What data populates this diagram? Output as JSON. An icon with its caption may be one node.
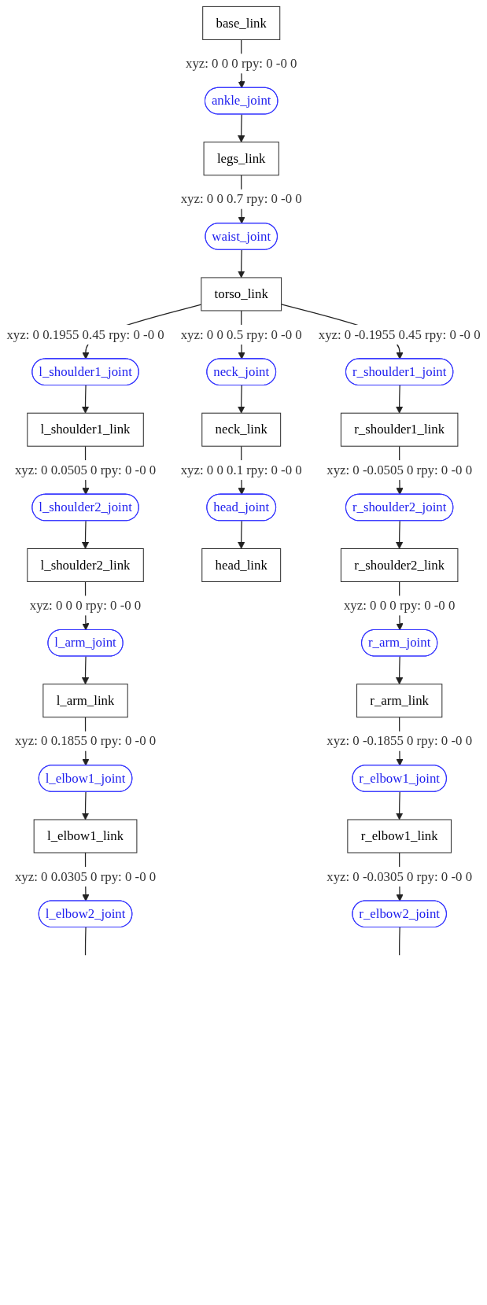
{
  "diagram": {
    "nodes": [
      {
        "text": [
          "base_link"
        ]
      },
      {
        "text": [
          "ankle_joint"
        ]
      },
      {
        "text": [
          "legs_link"
        ]
      },
      {
        "text": [
          "waist_joint"
        ]
      },
      {
        "text": [
          "torso_link"
        ]
      },
      {
        "text": [
          "l_shoulder1_joint"
        ]
      },
      {
        "text": [
          "neck_joint"
        ]
      },
      {
        "text": [
          "r_shoulder1_joint"
        ]
      },
      {
        "text": [
          "l_shoulder1_link"
        ]
      },
      {
        "text": [
          "neck_link"
        ]
      },
      {
        "text": [
          "r_shoulder1_link"
        ]
      },
      {
        "text": [
          "l_shoulder2_joint"
        ]
      },
      {
        "text": [
          "head_joint"
        ]
      },
      {
        "text": [
          "r_shoulder2_joint"
        ]
      },
      {
        "text": [
          "l_shoulder2_link"
        ]
      },
      {
        "text": [
          "head_link"
        ]
      },
      {
        "text": [
          "r_shoulder2_link"
        ]
      },
      {
        "text": [
          "l_arm_joint"
        ]
      },
      {
        "text": [
          "r_arm_joint"
        ]
      },
      {
        "text": [
          "l_arm_link"
        ]
      },
      {
        "text": [
          "r_arm_link"
        ]
      },
      {
        "text": [
          "l_elbow1_joint"
        ]
      },
      {
        "text": [
          "r_elbow1_joint"
        ]
      },
      {
        "text": [
          "l_elbow1_link"
        ]
      },
      {
        "text": [
          "r_elbow1_link"
        ]
      },
      {
        "text": [
          "l_elbow2_joint"
        ]
      },
      {
        "text": [
          "r_elbow2_joint"
        ]
      }
    ],
    "edges": [
      {
        "from": 0,
        "to": 1,
        "arrow": "to",
        "label": "xyz: 0 0 0 rpy: 0 -0 0"
      },
      {
        "from": 1,
        "to": 2,
        "arrow": "to"
      },
      {
        "from": 2,
        "to": 3,
        "arrow": "to",
        "label": "xyz: 0 0 0.7 rpy: 0 -0 0"
      },
      {
        "from": 3,
        "to": 4,
        "arrow": "to"
      },
      {
        "from": 4,
        "to": 5,
        "arrow": "to",
        "label": "xyz: 0 0.1955 0.45 rpy: 0 -0 0"
      },
      {
        "from": 4,
        "to": 6,
        "arrow": "to",
        "label": "xyz: 0 0 0.5 rpy: 0 -0 0"
      },
      {
        "from": 4,
        "to": 7,
        "arrow": "to",
        "label": "xyz: 0 -0.1955 0.45 rpy: 0 -0 0"
      },
      {
        "from": 5,
        "to": 8,
        "arrow": "to"
      },
      {
        "from": 6,
        "to": 9,
        "arrow": "to"
      },
      {
        "from": 7,
        "to": 10,
        "arrow": "to"
      },
      {
        "from": 8,
        "to": 11,
        "arrow": "to",
        "label": "xyz: 0 0.0505 0 rpy: 0 -0 0"
      },
      {
        "from": 9,
        "to": 12,
        "arrow": "to",
        "label": "xyz: 0 0 0.1 rpy: 0 -0 0"
      },
      {
        "from": 10,
        "to": 13,
        "arrow": "to",
        "label": "xyz: 0 -0.0505 0 rpy: 0 -0 0"
      },
      {
        "from": 11,
        "to": 14,
        "arrow": "to"
      },
      {
        "from": 12,
        "to": 15,
        "arrow": "to"
      },
      {
        "from": 13,
        "to": 16,
        "arrow": "to"
      },
      {
        "from": 14,
        "to": 17,
        "arrow": "to",
        "label": "xyz: 0 0 0 rpy: 0 -0 0"
      },
      {
        "from": 16,
        "to": 18,
        "arrow": "to",
        "label": "xyz: 0 0 0 rpy: 0 -0 0"
      },
      {
        "from": 17,
        "to": 19,
        "arrow": "to"
      },
      {
        "from": 18,
        "to": 20,
        "arrow": "to"
      },
      {
        "from": 19,
        "to": 21,
        "arrow": "to",
        "label": "xyz: 0 0.1855 0 rpy: 0 -0 0"
      },
      {
        "from": 20,
        "to": 22,
        "arrow": "to",
        "label": "xyz: 0 -0.1855 0 rpy: 0 -0 0"
      },
      {
        "from": 21,
        "to": 23,
        "arrow": "to"
      },
      {
        "from": 22,
        "to": 24,
        "arrow": "to"
      },
      {
        "from": 23,
        "to": 25,
        "arrow": "to",
        "label": "xyz: 0 0.0305 0 rpy: 0 -0 0"
      },
      {
        "from": 24,
        "to": 26,
        "arrow": "to",
        "label": "xyz: 0 -0.0305 0 rpy: 0 -0 0"
      },
      {
        "from": 25,
        "to": null,
        "arrow": "none"
      },
      {
        "from": 26,
        "to": null,
        "arrow": "none"
      }
    ]
  }
}
